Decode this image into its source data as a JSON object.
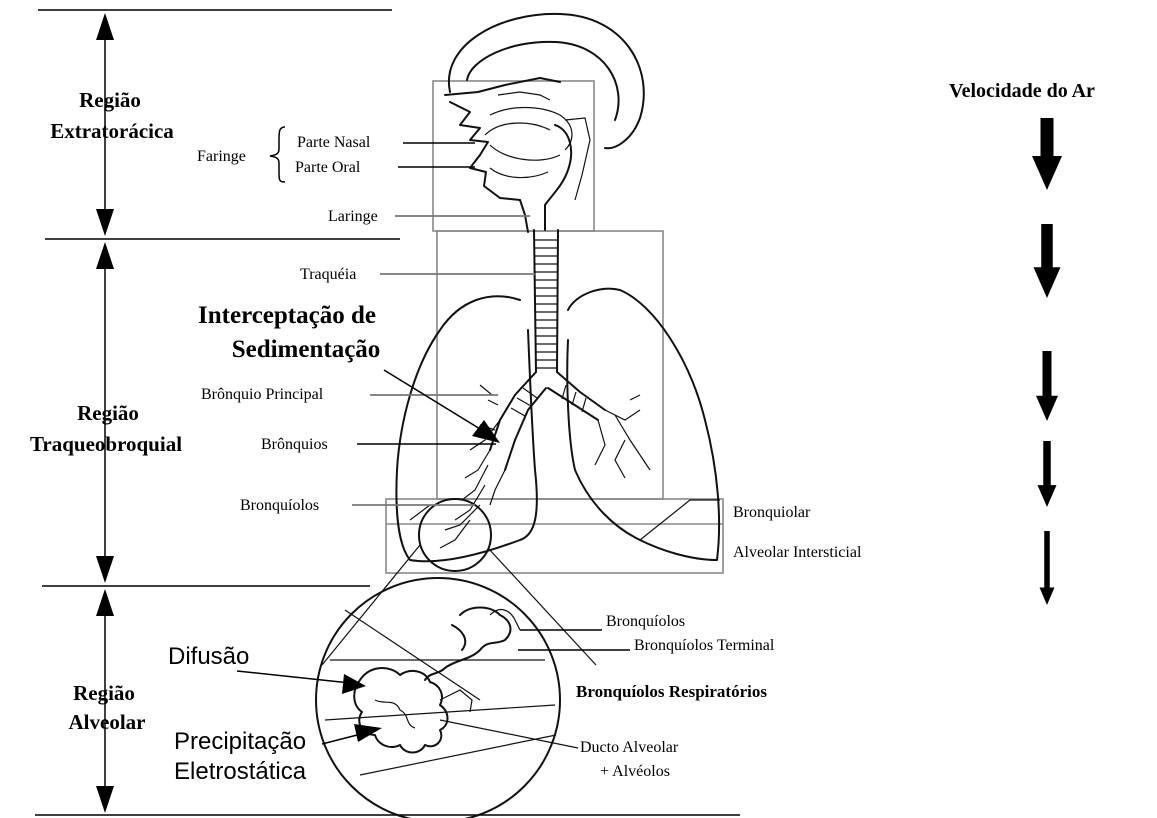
{
  "regions": {
    "extrathoracic": [
      "Região",
      "Extratorácica"
    ],
    "tracheobronchial": [
      "Região",
      "Traqueobroquial"
    ],
    "alveolar": [
      "Região",
      "Alveolar"
    ]
  },
  "anatomy": {
    "faringe": "Faringe",
    "parte_nasal": "Parte Nasal",
    "parte_oral": "Parte Oral",
    "laringe": "Laringe",
    "traqueia": "Traquéia",
    "bronquio_principal": "Brônquio Principal",
    "bronquios": "Brônquios",
    "bronquiolos": "Bronquíolos",
    "bronquiolar": "Bronquiolar",
    "alveolar_intersticial": "Alveolar Intersticial",
    "bronquiolos_2": "Bronquíolos",
    "bronquiolos_terminal": "Bronquíolos Terminal",
    "bronquiolos_respiratorios": "Bronquíolos Respiratórios",
    "ducto_alveolar": [
      "Ducto Alveolar",
      "+ Alvéolos"
    ]
  },
  "mechanisms": {
    "interception": [
      "Interceptação de",
      "Sedimentação"
    ],
    "diffusion": "Difusão",
    "electrostatic": [
      "Precipitação",
      "Eletrostática"
    ]
  },
  "velocity": {
    "title": "Velocidade do Ar",
    "arrow_strength": [
      1.0,
      0.85,
      0.6,
      0.45,
      0.25
    ]
  }
}
